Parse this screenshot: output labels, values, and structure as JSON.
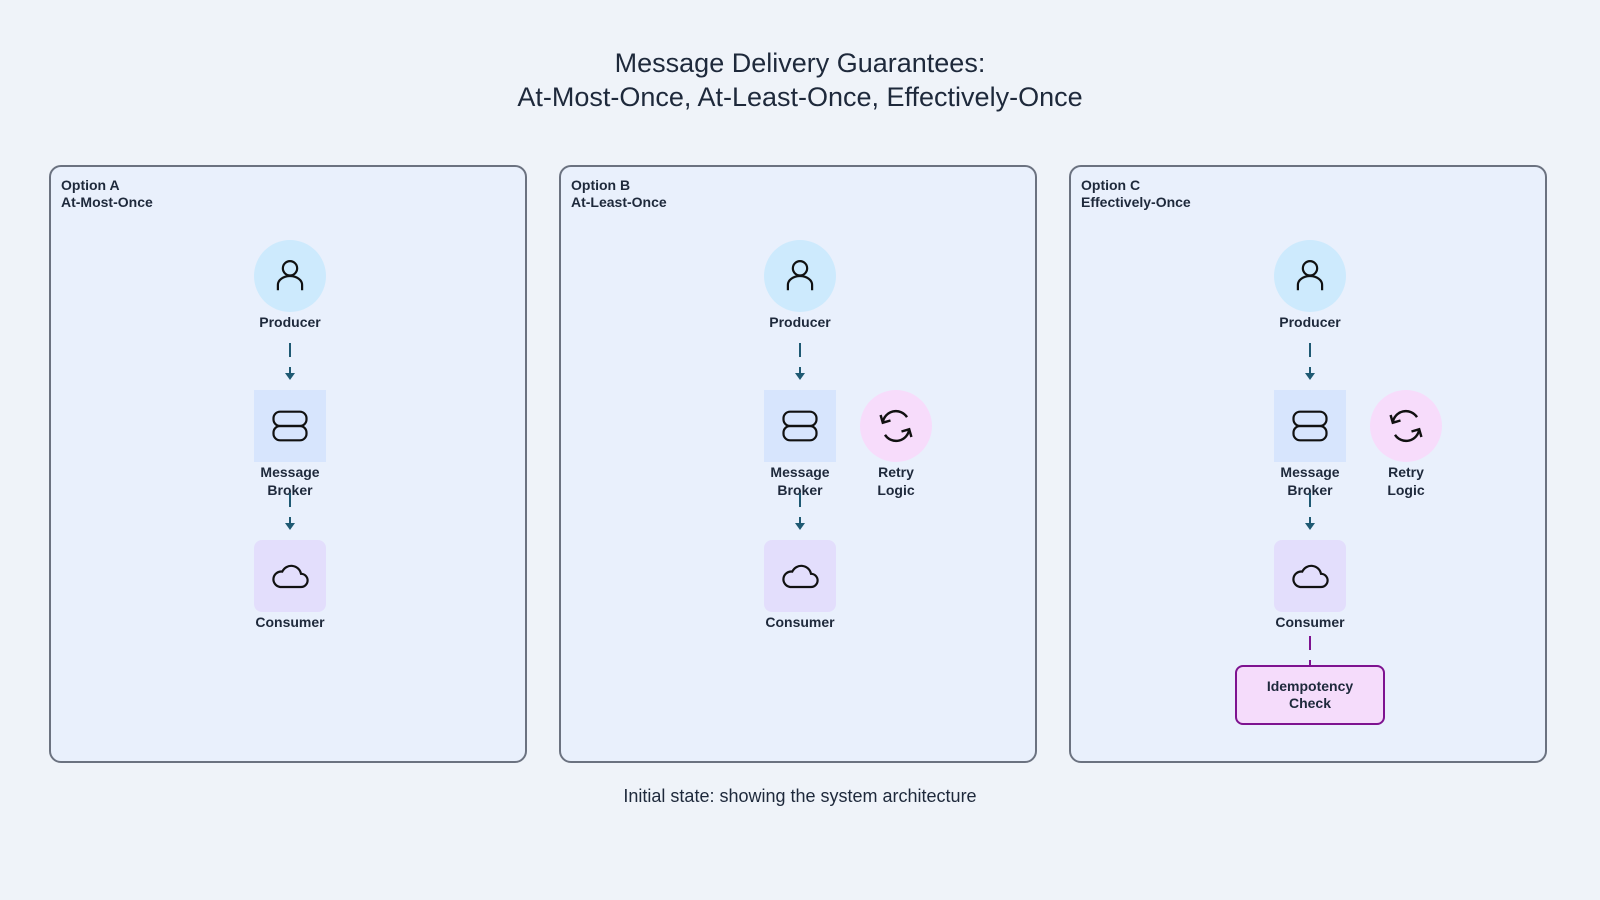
{
  "title": {
    "line1": "Message Delivery Guarantees:",
    "line2": "At-Most-Once, At-Least-Once, Effectively-Once"
  },
  "panels": [
    {
      "option": "Option A",
      "name": "At-Most-Once",
      "nodes": {
        "producer": {
          "label": "Producer",
          "icon": "user-icon"
        },
        "broker": {
          "label_line1": "Message",
          "label_line2": "Broker",
          "icon": "database-icon"
        },
        "consumer": {
          "label": "Consumer",
          "icon": "cloud-icon"
        }
      }
    },
    {
      "option": "Option B",
      "name": "At-Least-Once",
      "nodes": {
        "producer": {
          "label": "Producer",
          "icon": "user-icon"
        },
        "broker": {
          "label_line1": "Message",
          "label_line2": "Broker",
          "icon": "database-icon"
        },
        "consumer": {
          "label": "Consumer",
          "icon": "cloud-icon"
        },
        "retry": {
          "label_line1": "Retry",
          "label_line2": "Logic",
          "icon": "refresh-icon"
        }
      }
    },
    {
      "option": "Option C",
      "name": "Effectively-Once",
      "nodes": {
        "producer": {
          "label": "Producer",
          "icon": "user-icon"
        },
        "broker": {
          "label_line1": "Message",
          "label_line2": "Broker",
          "icon": "database-icon"
        },
        "consumer": {
          "label": "Consumer",
          "icon": "cloud-icon"
        },
        "retry": {
          "label_line1": "Retry",
          "label_line2": "Logic",
          "icon": "refresh-icon"
        },
        "idempotency": {
          "label_line1": "Idempotency",
          "label_line2": "Check"
        }
      }
    }
  ],
  "colors": {
    "flow_arrow": "#1f5a73",
    "idempotency_arrow": "#7e1390",
    "producer_bg": "#cdeafd",
    "broker_bg": "#d7e5fd",
    "consumer_bg": "#e3defc",
    "retry_bg": "#f7dcfb"
  },
  "caption": "Initial state: showing the system architecture"
}
